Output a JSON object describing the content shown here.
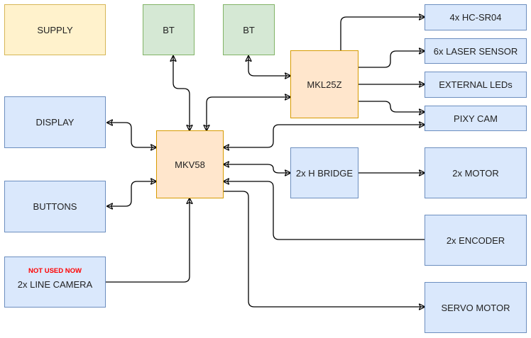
{
  "nodes": {
    "supply": "SUPPLY",
    "bt1": "BT",
    "bt2": "BT",
    "display": "DISPLAY",
    "buttons": "BUTTONS",
    "line_camera": "2x LINE CAMERA",
    "line_camera_note": "NOT USED NOW",
    "mkv58": "MKV58",
    "mkl25z": "MKL25Z",
    "hc_sr04": "4x HC-SR04",
    "laser": "6x LASER SENSOR",
    "leds": "EXTERNAL LEDs",
    "pixy": "PIXY CAM",
    "hbridge": "2x H BRIDGE",
    "motor": "2x MOTOR",
    "encoder": "2x ENCODER",
    "servo": "SERVO MOTOR"
  },
  "colors": {
    "peripheral": "#dae8fc",
    "bluetooth": "#d5e8d4",
    "supply": "#fff2cc",
    "mcu": "#ffe6cc",
    "note": "#ff0000"
  },
  "connections": [
    {
      "from": "MKV58",
      "to": "BT",
      "direction": "both"
    },
    {
      "from": "MKV58",
      "to": "MKL25Z",
      "direction": "both"
    },
    {
      "from": "MKL25Z",
      "to": "BT",
      "direction": "both"
    },
    {
      "from": "MKV58",
      "to": "DISPLAY",
      "direction": "both"
    },
    {
      "from": "MKV58",
      "to": "BUTTONS",
      "direction": "both"
    },
    {
      "from": "2x LINE CAMERA",
      "to": "MKV58",
      "direction": "forward"
    },
    {
      "from": "MKL25Z",
      "to": "4x HC-SR04",
      "direction": "forward"
    },
    {
      "from": "MKL25Z",
      "to": "6x LASER SENSOR",
      "direction": "forward"
    },
    {
      "from": "MKL25Z",
      "to": "EXTERNAL LEDs",
      "direction": "forward"
    },
    {
      "from": "MKL25Z",
      "to": "PIXY CAM",
      "direction": "forward"
    },
    {
      "from": "MKV58",
      "to": "PIXY CAM",
      "direction": "both"
    },
    {
      "from": "MKV58",
      "to": "2x H BRIDGE",
      "direction": "both"
    },
    {
      "from": "2x H BRIDGE",
      "to": "2x MOTOR",
      "direction": "forward"
    },
    {
      "from": "2x ENCODER",
      "to": "MKV58",
      "direction": "forward"
    },
    {
      "from": "MKV58",
      "to": "SERVO MOTOR",
      "direction": "forward"
    }
  ]
}
